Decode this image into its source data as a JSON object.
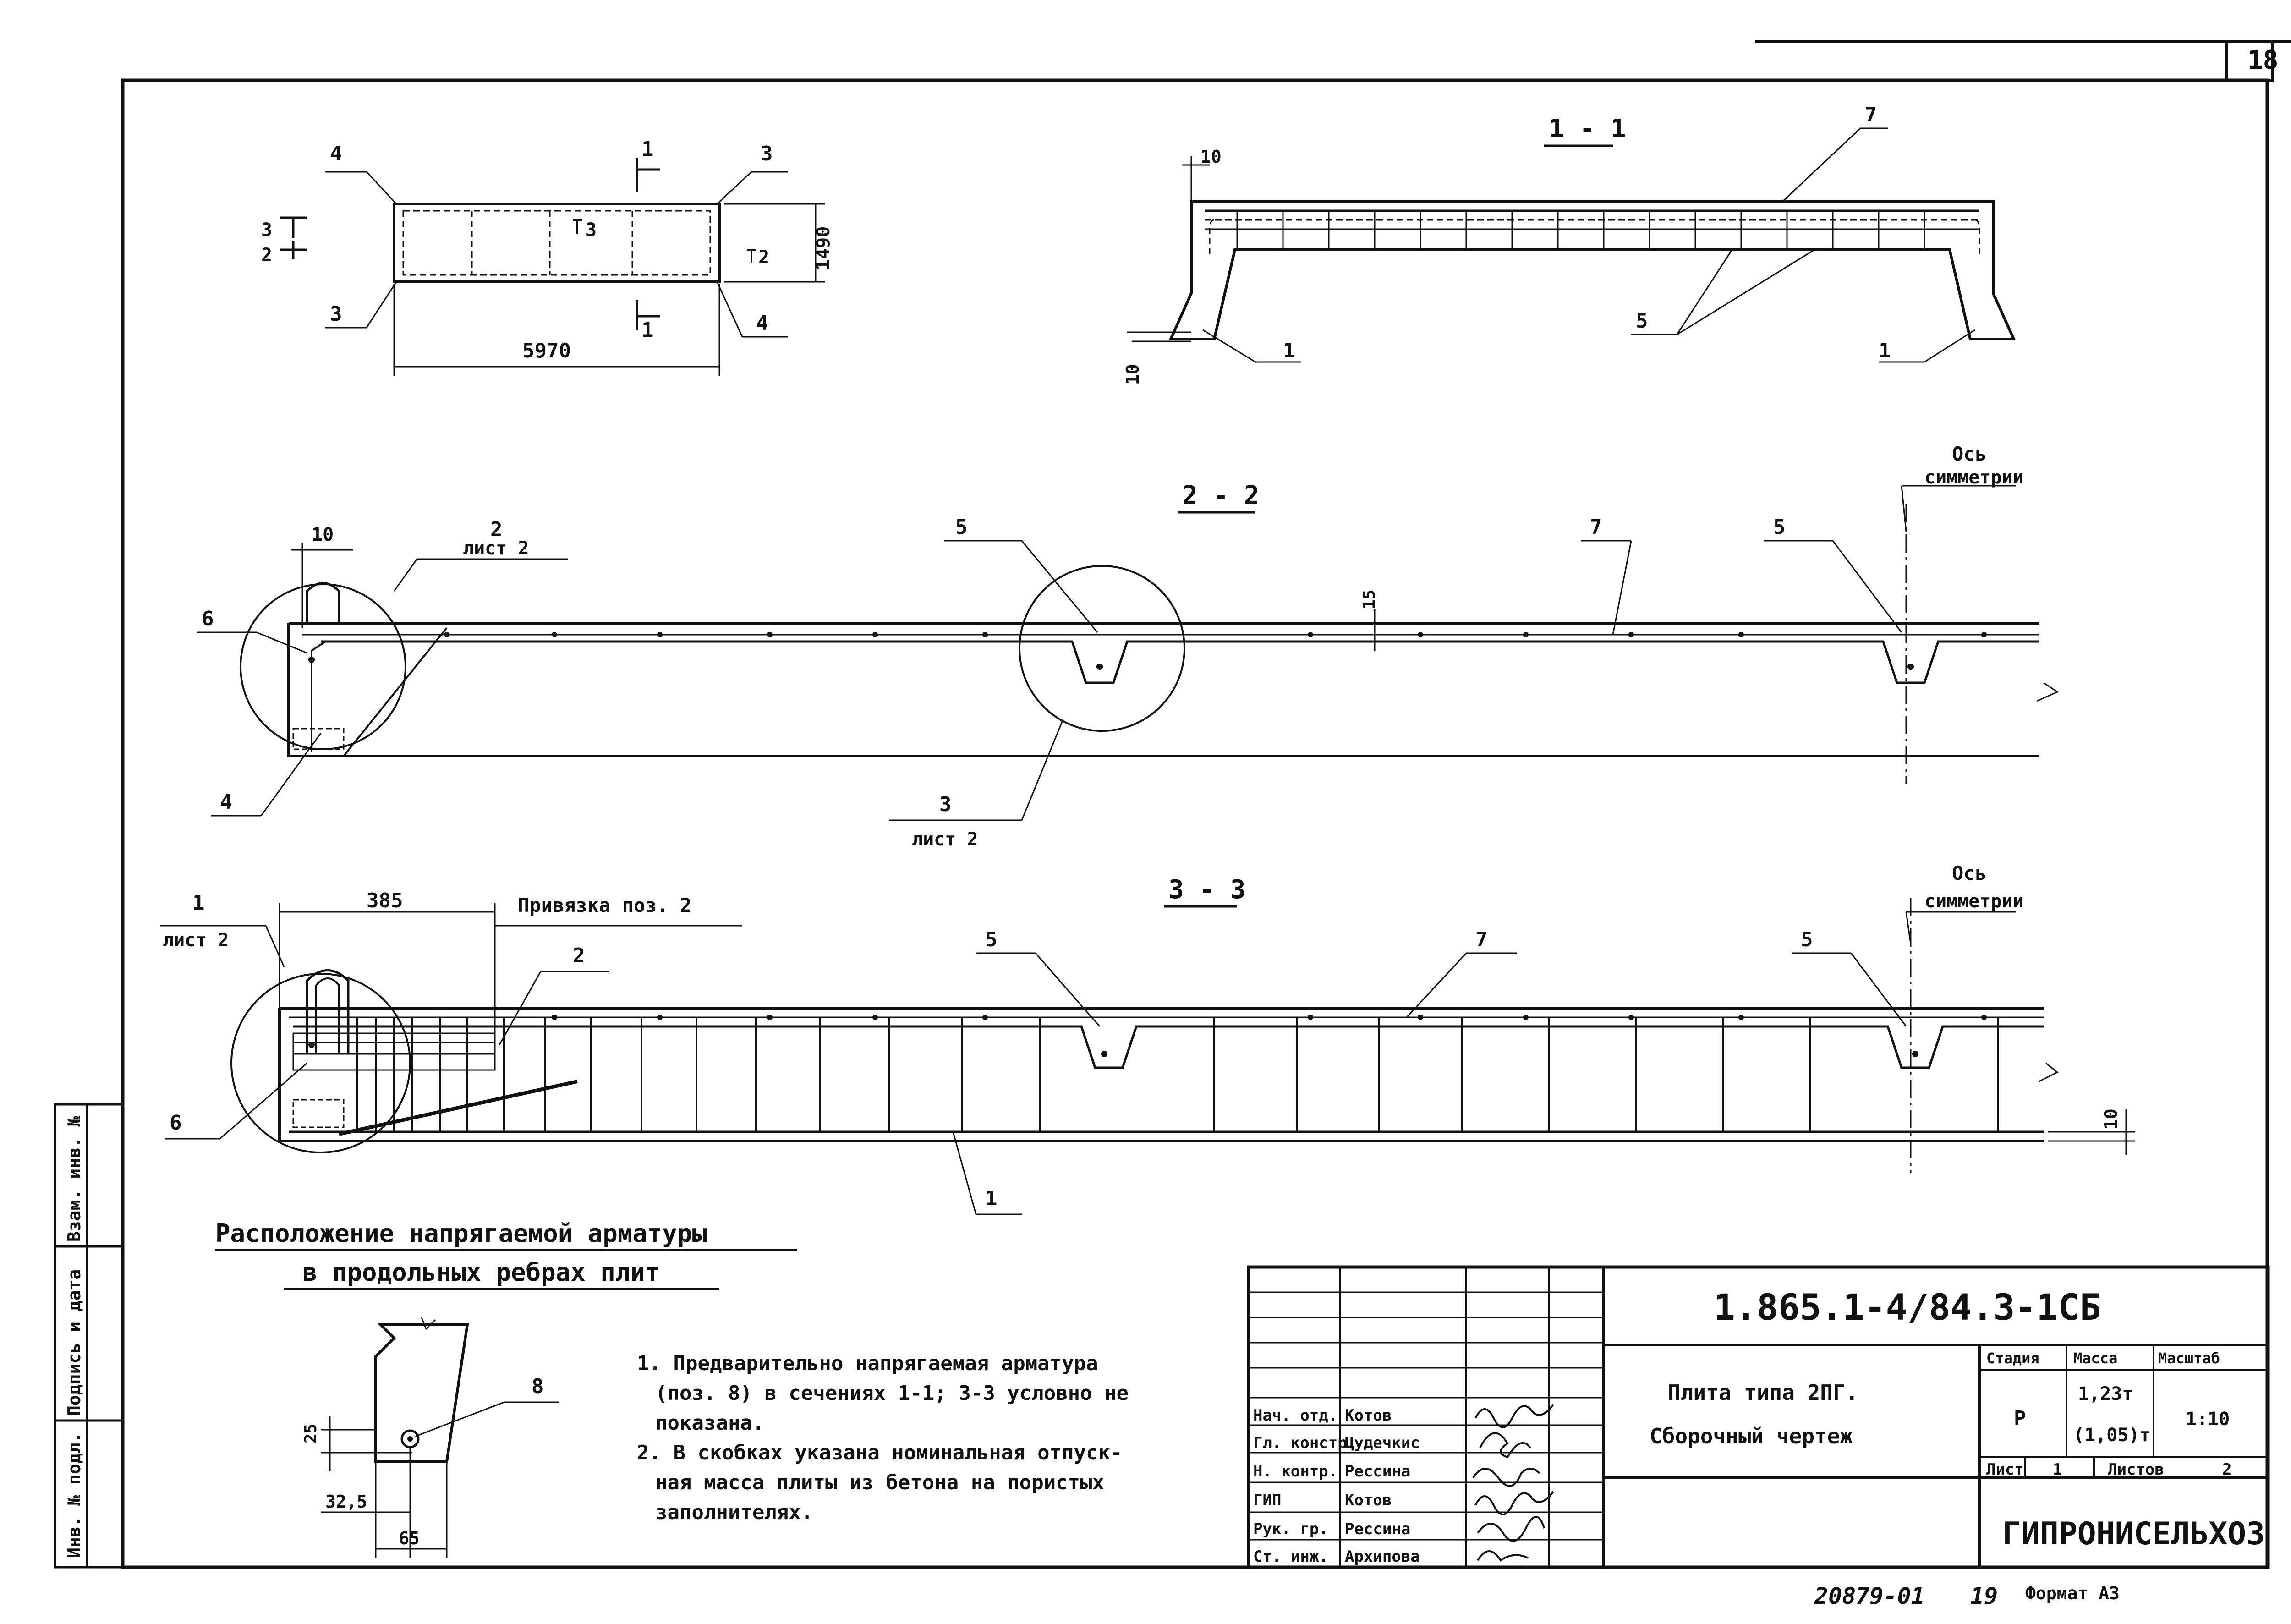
{
  "page_number": "18",
  "sections": {
    "plan": {
      "pos_1": "1",
      "pos_2": "2",
      "pos_3": "3",
      "pos_4": "4",
      "pos_3b": "3",
      "pos_4b": "4",
      "sec_3": "3",
      "sec_2": "2",
      "mark_t3": "3",
      "mark_t2": "2",
      "mark_1top": "1",
      "mark_1bot": "1",
      "length": "5970",
      "width": "1490"
    },
    "s11": {
      "title": "1 - 1",
      "dim_top": "10",
      "dim_bottom": "10",
      "pos_7": "7",
      "pos_5": "5",
      "pos_1a": "1",
      "pos_1b": "1"
    },
    "s22": {
      "title": "2 - 2",
      "dim_10": "10",
      "dim_15": "15",
      "ref_2": "2",
      "ref_2_sheet": "лист 2",
      "pos_6": "6",
      "pos_5a": "5",
      "pos_5b": "5",
      "pos_7": "7",
      "pos_4": "4",
      "ref_3": "3",
      "ref_3_sheet": "лист 2",
      "axis": "Ось",
      "axis2": "симметрии"
    },
    "s33": {
      "title": "3 - 3",
      "ref_1": "1",
      "ref_1_sheet": "лист 2",
      "dim_385": "385",
      "binding": "Привязка поз. 2",
      "pos_2": "2",
      "pos_5a": "5",
      "pos_5b": "5",
      "pos_7": "7",
      "pos_6": "6",
      "pos_1": "1",
      "dim_10": "10",
      "axis": "Ось",
      "axis2": "симметрии"
    }
  },
  "detail": {
    "heading1": "Расположение напрягаемой арматуры",
    "heading2": "в продольных ребрах плит",
    "pos_8": "8",
    "dim_25": "25",
    "dim_325": "32,5",
    "dim_65": "65"
  },
  "notes": [
    "1. Предварительно напрягаемая арматура",
    "(поз. 8) в сечениях 1-1; 3-3 условно не",
    "показана.",
    "2. В скобках указана номинальная отпуск-",
    "ная масса плиты из бетона на пористых",
    "заполнителях."
  ],
  "side_stamp": [
    "Инв. № подл.",
    "Подпись и дата",
    "Взам. инв. №"
  ],
  "title_block": {
    "code": "1.865.1-4/84.3-1СБ",
    "name1": "Плита типа 2ПГ.",
    "name2": "Сборочный чертеж",
    "stage_h": "Стадия",
    "mass_h": "Масса",
    "scale_h": "Масштаб",
    "stage": "Р",
    "mass1": "1,23т",
    "mass2": "(1,05)т",
    "scale": "1:10",
    "sheet_l": "Лист",
    "sheet": "1",
    "sheets_l": "Листов",
    "sheets": "2",
    "org": "ГИПРОНИСЕЛЬХОЗ",
    "roles": [
      "Нач. отд.",
      "Гл. констр.",
      "Н. контр.",
      "ГИП",
      "Рук. гр.",
      "Ст. инж."
    ],
    "names": [
      "Котов",
      "Цудечкис",
      "Рессина",
      "Котов",
      "Рессина",
      "Архипова"
    ]
  },
  "footer": {
    "archive": "20879-01",
    "num": "19",
    "format": "Формат А3"
  }
}
